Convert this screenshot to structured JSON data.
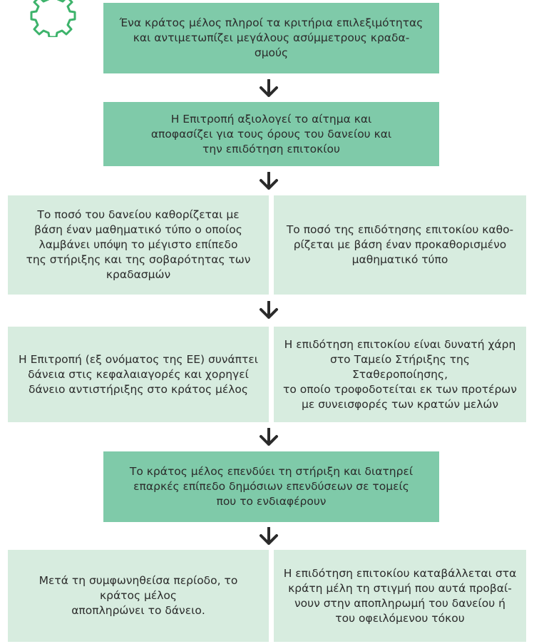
{
  "flow": {
    "step1": "Ένα κράτος μέλος πληροί τα κριτήρια επιλεξιμότητας\nκαι αντιμετωπίζει μεγάλους ασύμμετρους κραδα-\nσμούς",
    "step2": "Η Επιτροπή αξιολογεί το αίτημα και\nαποφασίζει για τους όρους του δανείου και\nτην επιδότηση επιτοκίου",
    "step3_left": "Το ποσό του δανείου καθορίζεται με\nβάση έναν μαθηματικό τύπο ο οποίος\nλαμβάνει υπόψη το μέγιστο επίπεδο\nτης στήριξης και της σοβαρότητας των\nκραδασμών",
    "step3_right": "Το ποσό της επιδότησης επιτοκίου καθο-\nρίζεται με βάση έναν προκαθορισμένο\nμαθηματικό τύπο",
    "step4_left": "Η Επιτροπή (εξ ονόματος της ΕΕ) συνάπτει\nδάνεια στις κεφαλαιαγορές και χορηγεί\nδάνειο αντιστήριξης στο κράτος μέλος",
    "step4_right": "Η επιδότηση επιτοκίου είναι δυνατή χάρη\nστο Ταμείο Στήριξης της Σταθεροποίησης,\nτο οποίο τροφοδοτείται εκ των προτέρων\nμε συνεισφορές των κρατών μελών",
    "step5": "Το κράτος μέλος επενδύει τη στήριξη και διατηρεί\nεπαρκές επίπεδο δημόσιων επενδύσεων σε τομείς\nπου το ενδιαφέρουν",
    "step6_left": "Μετά τη συμφωνηθείσα περίοδο, το\nκράτος μέλος\nαποπληρώνει το δάνειο.",
    "step6_right": "Η επιδότηση επιτοκίου καταβάλλεται στα\nκράτη μέλη τη στιγμή που αυτά προβαί-\nνουν στην αποπληρωμή του δανείου ή\nτου οφειλόμενου τόκου"
  },
  "colors": {
    "dark_box": "#7fcaa9",
    "light_box": "#d7ecdf",
    "arrow": "#2b2b2b",
    "gear": "#3db36b"
  },
  "icons": {
    "corner": "gear-icon",
    "connector": "arrow-down-icon"
  }
}
